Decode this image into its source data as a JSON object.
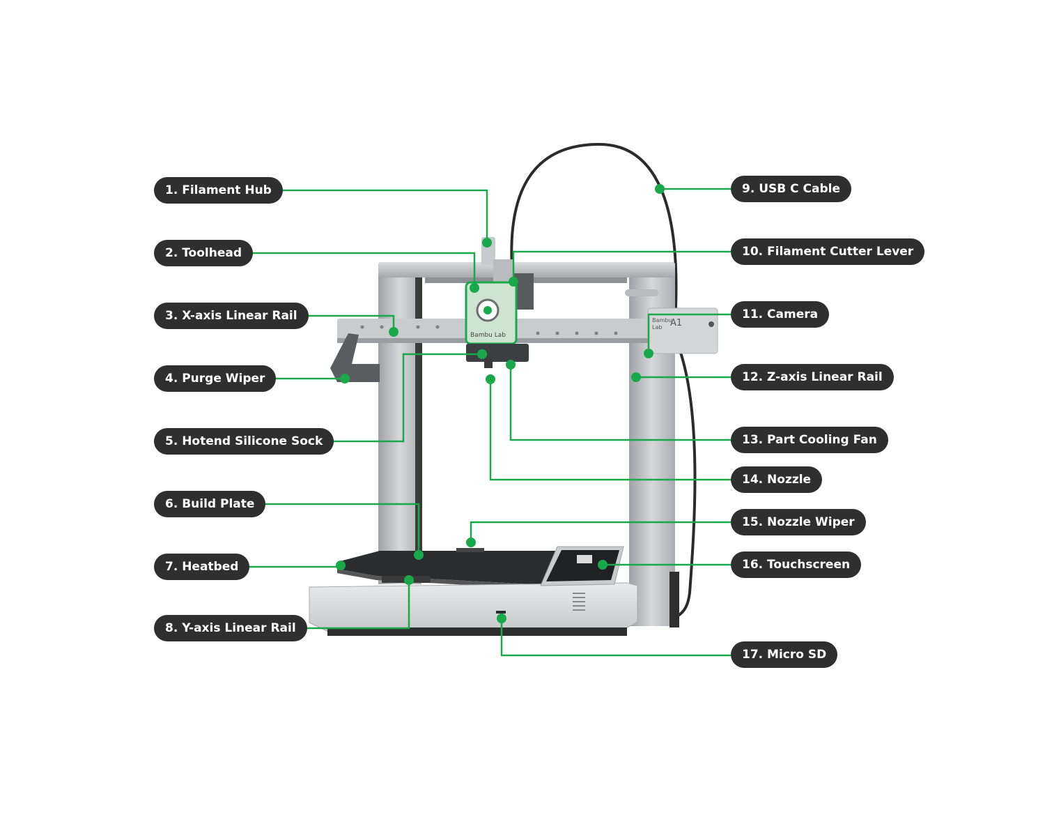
{
  "diagram": {
    "accent_color": "#19a84a",
    "device_brand": "Bambu Lab",
    "device_model": "A1",
    "labels": [
      {
        "id": 1,
        "text": "1. Filament Hub"
      },
      {
        "id": 2,
        "text": "2. Toolhead"
      },
      {
        "id": 3,
        "text": "3. X-axis Linear Rail"
      },
      {
        "id": 4,
        "text": "4. Purge Wiper"
      },
      {
        "id": 5,
        "text": "5. Hotend Silicone Sock"
      },
      {
        "id": 6,
        "text": "6. Build Plate"
      },
      {
        "id": 7,
        "text": "7. Heatbed"
      },
      {
        "id": 8,
        "text": "8. Y-axis Linear Rail"
      },
      {
        "id": 9,
        "text": "9. USB C Cable"
      },
      {
        "id": 10,
        "text": "10. Filament Cutter Lever"
      },
      {
        "id": 11,
        "text": "11. Camera"
      },
      {
        "id": 12,
        "text": "12. Z-axis Linear Rail"
      },
      {
        "id": 13,
        "text": "13. Part Cooling Fan"
      },
      {
        "id": 14,
        "text": "14. Nozzle"
      },
      {
        "id": 15,
        "text": "15. Nozzle Wiper"
      },
      {
        "id": 16,
        "text": "16. Touchscreen"
      },
      {
        "id": 17,
        "text": "17. Micro SD"
      }
    ]
  }
}
